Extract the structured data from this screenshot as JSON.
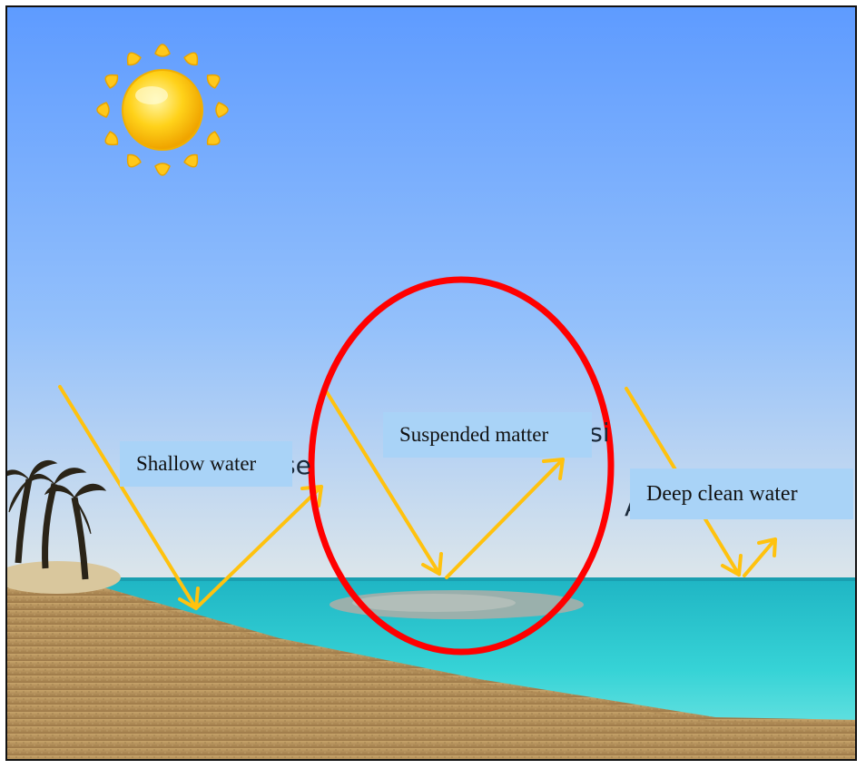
{
  "labels": {
    "shallow": "Shallow water",
    "suspended": "Suspended matter",
    "deep": "Deep clean  water"
  },
  "ghost_text": {
    "left": "se",
    "middle": "esi",
    "right": "A"
  },
  "colors": {
    "sky_top": "#5e9bff",
    "sky_bottom": "#d8e3ec",
    "sea": "#2fd0d5",
    "sand": "#b08a57",
    "arrow": "#ffc20e",
    "highlight": "#ff0000",
    "label_bg": "#a9d3f7"
  },
  "icons": [
    "sun-icon",
    "palm-trees-icon"
  ]
}
